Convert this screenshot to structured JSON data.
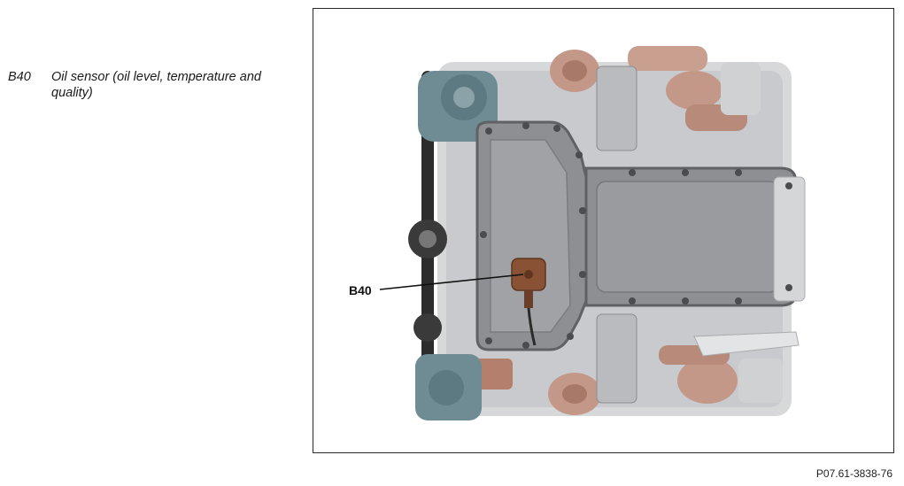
{
  "legend": {
    "items": [
      {
        "code": "B40",
        "description": "Oil sensor (oil level, temperature and quality)"
      }
    ]
  },
  "figure": {
    "callout_label": "B40",
    "figure_number": "P07.61-3838-76"
  },
  "colors": {
    "pan": "#8d8f92",
    "pan_dark": "#5f6164",
    "alternator": "#6f8c94",
    "turbo_copper": "#c49888",
    "sensor_brown": "#8a5234",
    "belt": "#2c2c2c"
  }
}
